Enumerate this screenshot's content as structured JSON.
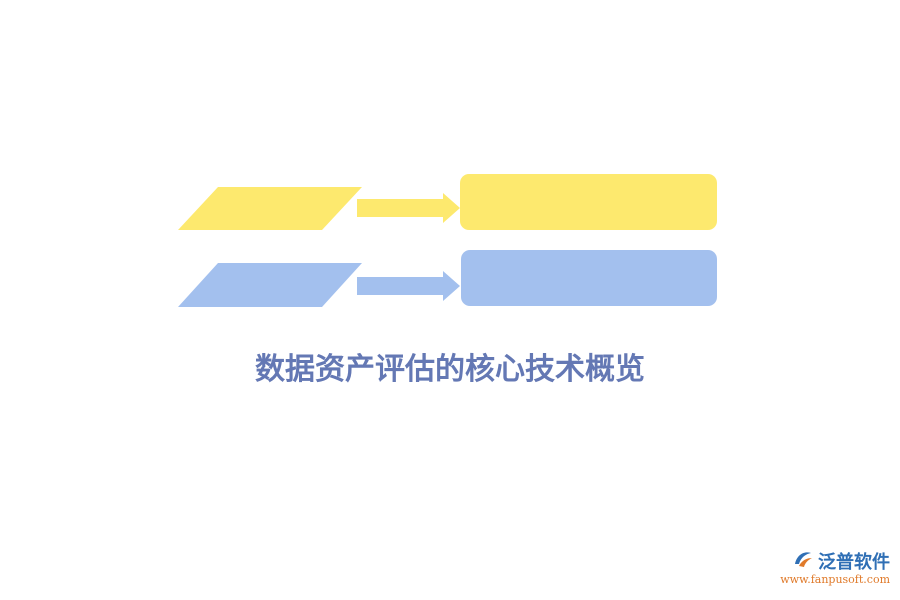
{
  "title": "数据资产评估的核心技术概览",
  "rows": [
    {
      "input_shape": "parallelogram",
      "connector": "arrow-right",
      "output_shape": "rounded-rectangle",
      "color": "#FDE96E"
    },
    {
      "input_shape": "parallelogram",
      "connector": "arrow-right",
      "output_shape": "rounded-rectangle",
      "color": "#A3C0EE"
    }
  ],
  "logo": {
    "name": "泛普软件",
    "url": "www.fanpusoft.com",
    "icon": "fanpu-logo-icon",
    "colors": {
      "blue": "#2F6FB5",
      "orange": "#E07A2A"
    }
  },
  "colors": {
    "title": "#6478B4",
    "yellow": "#FDE96E",
    "blue": "#A3C0EE",
    "background": "#FFFFFF"
  }
}
